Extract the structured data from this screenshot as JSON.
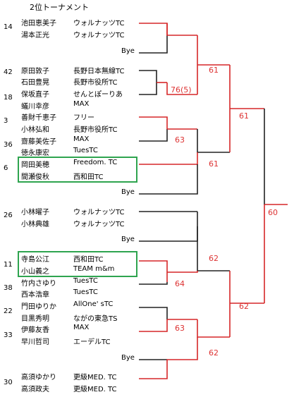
{
  "title": "2位トーナメント",
  "seeds": [
    "14",
    "42",
    "18",
    "3",
    "36",
    "6",
    "26",
    "11",
    "38",
    "22",
    "33",
    "30"
  ],
  "players": [
    {
      "name": "池田恵美子",
      "club": "ウォルナッツTC"
    },
    {
      "name": "湯本正光",
      "club": "ウォルナッツTC"
    },
    {
      "name": "原田敦子",
      "club": "長野日本無線TC"
    },
    {
      "name": "石田豊晃",
      "club": "長野市役所TC"
    },
    {
      "name": "保坂直子",
      "club": "せんとぽーりあ"
    },
    {
      "name": "蟻川幸彦",
      "club": "MAX"
    },
    {
      "name": "善財千恵子",
      "club": "フリー"
    },
    {
      "name": "小林弘和",
      "club": "長野市役所TC"
    },
    {
      "name": "齋藤美佐子",
      "club": "MAX"
    },
    {
      "name": "徳永康宏",
      "club": "TuesTC"
    },
    {
      "name": "岡田美穂",
      "club": "Freedom. TC"
    },
    {
      "name": "間瀬俊秋",
      "club": "西和田TC"
    },
    {
      "name": "小林曜子",
      "club": "ウォルナッツTC"
    },
    {
      "name": "小林典雄",
      "club": "ウォルナッツTC"
    },
    {
      "name": "寺島公江",
      "club": "西和田TC"
    },
    {
      "name": "小山義之",
      "club": "TEAM m&m"
    },
    {
      "name": "竹内さゆり",
      "club": "TuesTC"
    },
    {
      "name": "西本浩章",
      "club": "TuesTC"
    },
    {
      "name": "門田ゆりか",
      "club": "AllOne' sTC"
    },
    {
      "name": "目黒秀明",
      "club": "ながの東急TS"
    },
    {
      "name": "伊藤友香",
      "club": "MAX"
    },
    {
      "name": "早川哲司",
      "club": "エーデルTC"
    },
    {
      "name": "高須ゆかり",
      "club": "更級MED. TC"
    },
    {
      "name": "高須政夫",
      "club": "更級MED. TC"
    }
  ],
  "bye": "Bye",
  "scores": [
    "61",
    "76(5)",
    "63",
    "61",
    "61",
    "62",
    "64",
    "63",
    "62",
    "62",
    "60"
  ]
}
